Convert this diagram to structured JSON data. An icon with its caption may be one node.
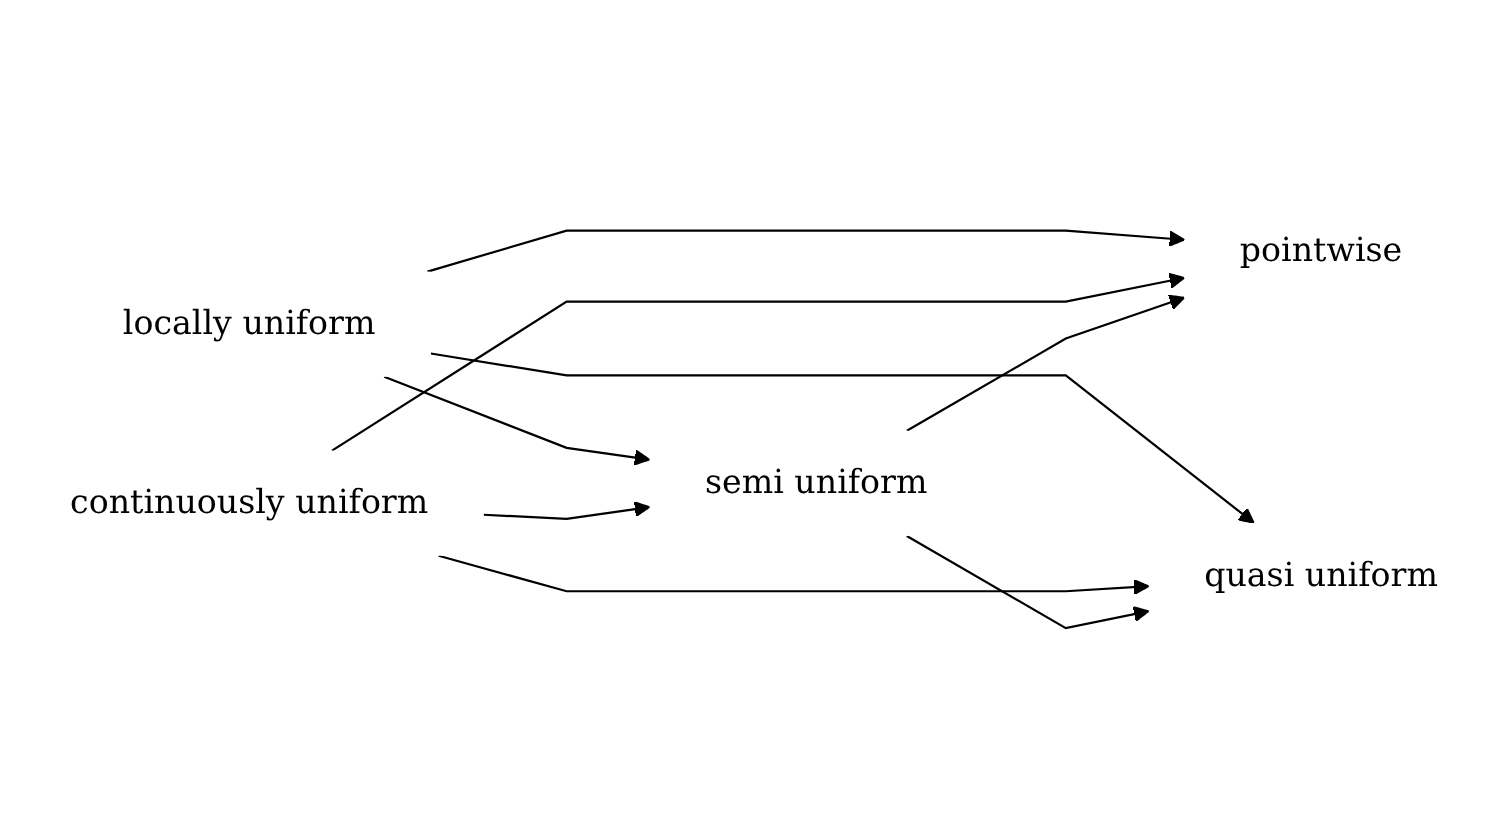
{
  "diagram": {
    "nodes": [
      {
        "text": [
          "pointwise"
        ]
      },
      {
        "text": [
          "locally uniform"
        ]
      },
      {
        "text": [
          "semi uniform"
        ]
      },
      {
        "text": [
          "continuously uniform"
        ]
      },
      {
        "text": [
          "quasi uniform"
        ]
      }
    ],
    "edges": [
      {
        "from": 1,
        "to": 0,
        "arrow": "to"
      },
      {
        "from": 1,
        "to": 2,
        "arrow": "to"
      },
      {
        "from": 1,
        "to": 4,
        "arrow": "to"
      },
      {
        "from": 3,
        "to": 0,
        "arrow": "to"
      },
      {
        "from": 3,
        "to": 2,
        "arrow": "to"
      },
      {
        "from": 3,
        "to": 4,
        "arrow": "to"
      },
      {
        "from": 2,
        "to": 0,
        "arrow": "to"
      },
      {
        "from": 2,
        "to": 4,
        "arrow": "to"
      }
    ]
  }
}
